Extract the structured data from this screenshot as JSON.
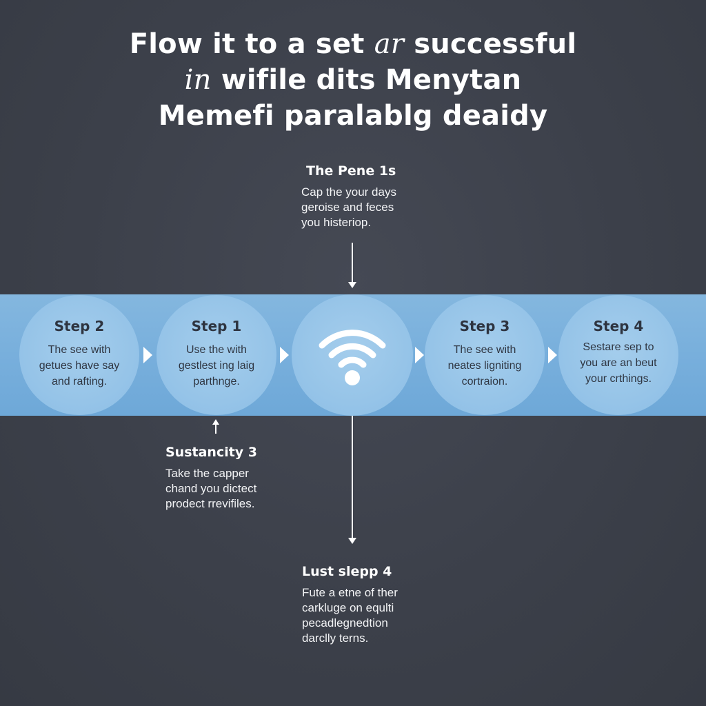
{
  "title": {
    "line1_a": "Flow it to a set ",
    "line1_italic": "ar",
    "line1_b": " successful",
    "line2_italic": "in",
    "line2_b": " wifile dits Menytan",
    "line3": "Memefi paralablg deaidy"
  },
  "callouts": {
    "top": {
      "title": "The Pene 1s",
      "lines": [
        "Cap the your days",
        "geroise and feces",
        "you histeriop."
      ]
    },
    "middle": {
      "title": "Sustancity 3",
      "lines": [
        "Take the capper",
        "chand you dictect",
        "prodect rrevifiles."
      ]
    },
    "bottom": {
      "title": "Lust slepp 4",
      "lines": [
        "Fute a etne of ther",
        "carkluge on equlti",
        "pecadlegnedtion",
        "darclly terns."
      ]
    }
  },
  "steps": [
    {
      "title": "Step 2",
      "lines": [
        "The see with",
        "getues have say",
        "and rafting."
      ]
    },
    {
      "title": "Step 1",
      "lines": [
        "Use the with",
        "gestlest ing laig",
        "parthnge."
      ]
    },
    {
      "title": "Step 3",
      "lines": [
        "The see with",
        "neates ligniting",
        "cortraion."
      ]
    },
    {
      "title": "Step 4",
      "lines": [
        "Sestare sep to",
        "you are an beut",
        "your crthings."
      ]
    }
  ],
  "center_icon": "wifi-icon",
  "colors": {
    "background": "#3d414b",
    "band": "#78afdc",
    "circle": "#96c4e8",
    "text_dark": "#2e3440",
    "text_light": "#ffffff"
  }
}
